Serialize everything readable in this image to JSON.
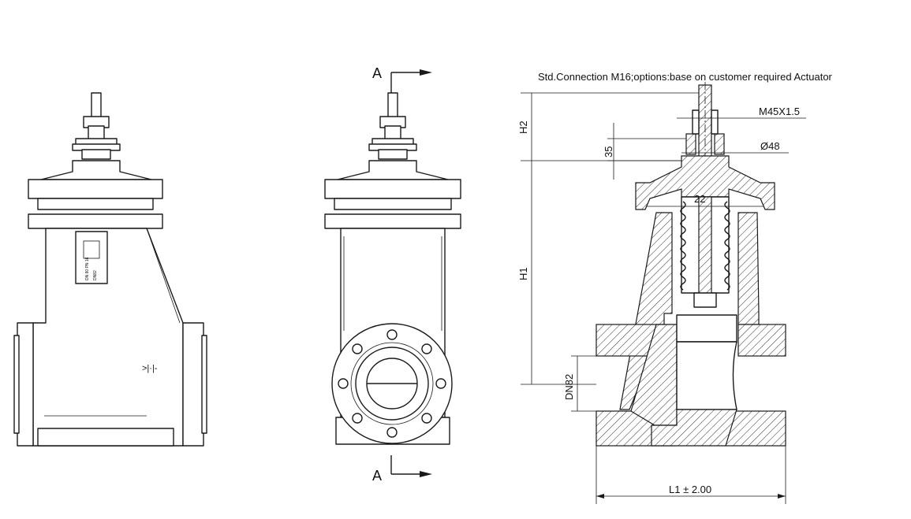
{
  "section_marker": "A",
  "annotations": {
    "connection_note": "Std.Connection M16;options:base on customer required Actuator",
    "thread": "M45X1.5",
    "diameter": "Ø48",
    "width_22": "22",
    "height_35": "35",
    "h2": "H2",
    "h1": "H1",
    "dn": "DN82",
    "l1": "L1 ± 2.00"
  },
  "nameplate": {
    "line1": "DN 80  PN 16",
    "line2": "DN82"
  }
}
